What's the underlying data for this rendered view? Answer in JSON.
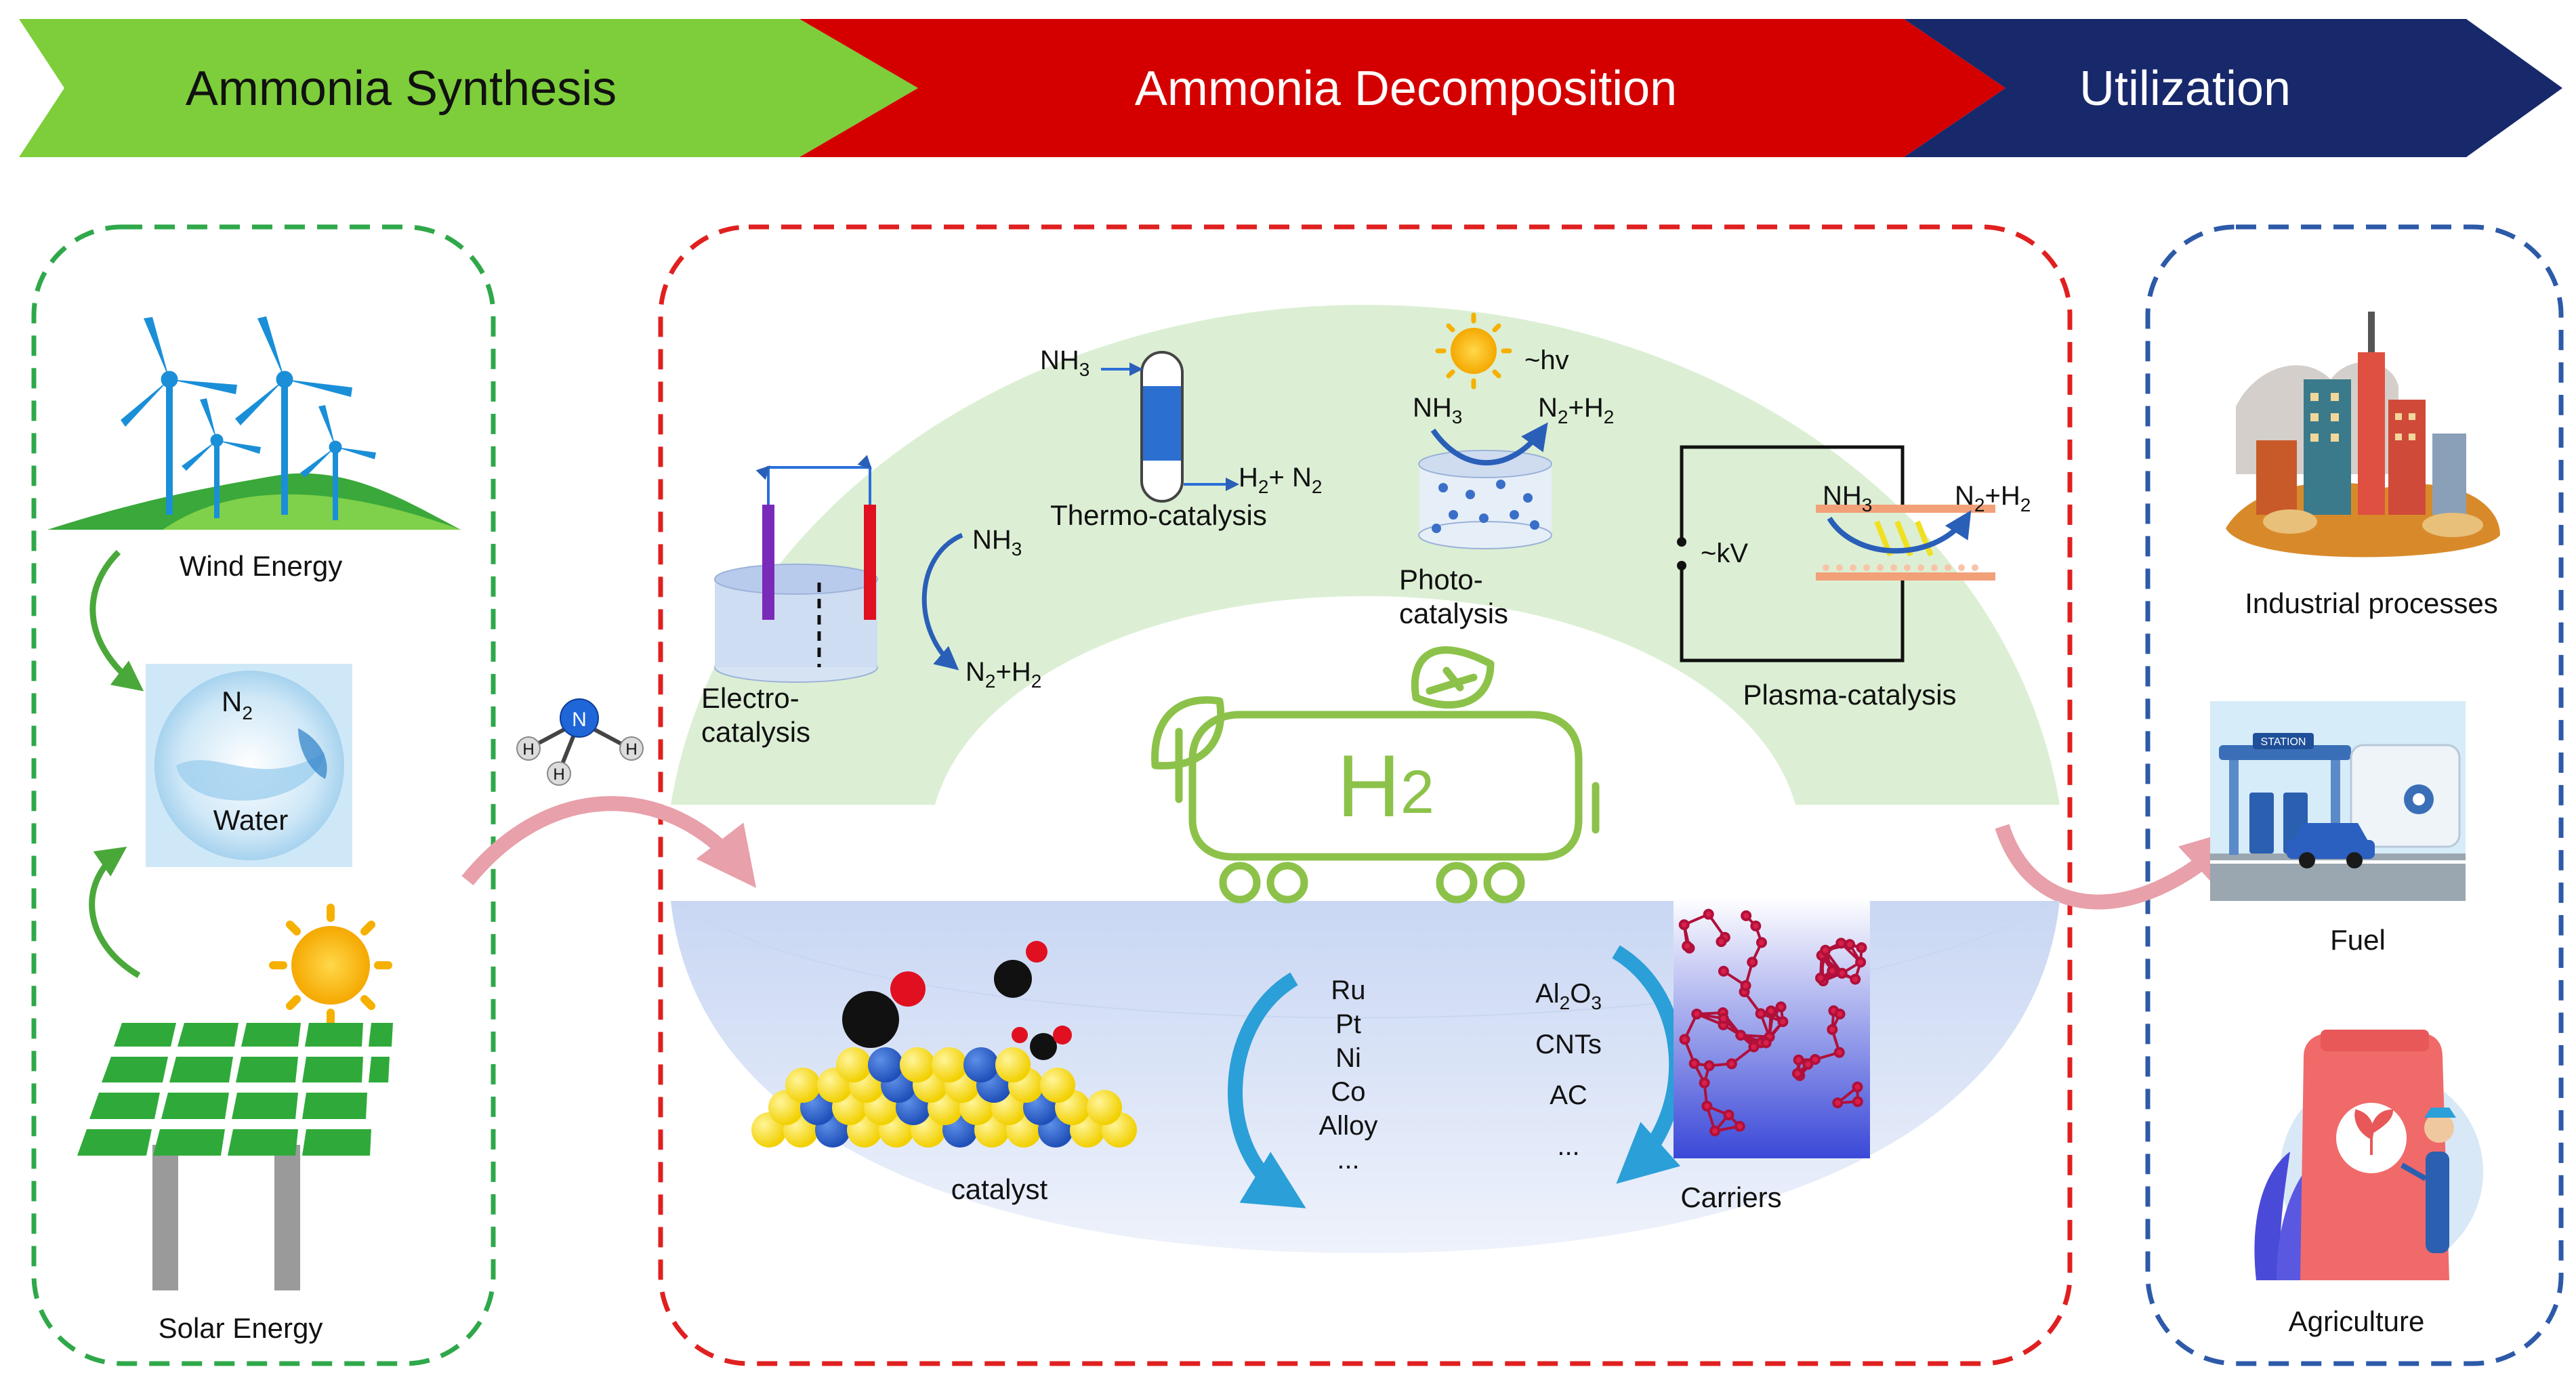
{
  "banner": {
    "synthesis": "Ammonia Synthesis",
    "decomposition": "Ammonia Decomposition",
    "utilization": "Utilization"
  },
  "colors": {
    "green": "#7dce3a",
    "red": "#d40000",
    "navy": "#17286b",
    "green_dash": "#2fa84a",
    "red_dash": "#e02020",
    "blue_dash": "#2d5aa8",
    "light_green": "#dcefd4",
    "light_blue": "#d7e2f6",
    "h2_green": "#8cc24a",
    "arrow_blue": "#2b9fd8",
    "pink_arrow": "#e8a0aa"
  },
  "left": {
    "wind": "Wind Energy",
    "n": "N",
    "n_sub": "2",
    "water": "Water",
    "solar": "Solar Energy"
  },
  "molecule": {
    "center": "N",
    "h1": "H",
    "h2": "H",
    "h3": "H"
  },
  "methods": {
    "electro_line1": "Electro-",
    "electro_line2": "catalysis",
    "electro_in": "NH",
    "electro_in_sub": "3",
    "electro_out_a": "N",
    "electro_out_a_sub": "2",
    "electro_out_b": "+H",
    "electro_out_b_sub": "2",
    "thermo": "Thermo-catalysis",
    "thermo_in": "NH",
    "thermo_in_sub": "3",
    "thermo_out_a": "H",
    "thermo_out_a_sub": "2",
    "thermo_out_b": "+ N",
    "thermo_out_b_sub": "2",
    "photo_line1": "Photo-",
    "photo_line2": "catalysis",
    "photo_hv": "~hv",
    "photo_in": "NH",
    "photo_in_sub": "3",
    "photo_out_a": "N",
    "photo_out_a_sub": "2",
    "photo_out_b": "+H",
    "photo_out_b_sub": "2",
    "plasma": "Plasma-catalysis",
    "plasma_kv": "~kV",
    "plasma_in": "NH",
    "plasma_in_sub": "3",
    "plasma_out_a": "N",
    "plasma_out_a_sub": "2",
    "plasma_out_b": "+H",
    "plasma_out_b_sub": "2"
  },
  "hydrogen": {
    "symbol": "H",
    "subscript": "2"
  },
  "catalyst": {
    "label": "catalyst",
    "metals": [
      "Ru",
      "Pt",
      "Ni",
      "Co",
      "Alloy",
      "..."
    ]
  },
  "carriers": {
    "label": "Carriers",
    "al_a": "Al",
    "al_sub1": "2",
    "al_b": "O",
    "al_sub2": "3",
    "items": [
      "CNTs",
      "AC",
      "..."
    ]
  },
  "right": {
    "industrial": "Industrial processes",
    "fuel": "Fuel",
    "station_sign": "STATION",
    "agriculture": "Agriculture"
  }
}
